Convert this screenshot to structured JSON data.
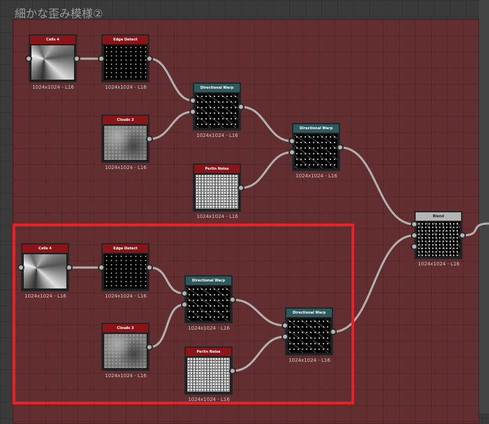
{
  "frame": {
    "title": "細かな歪み模様②",
    "color": "#632e2f"
  },
  "selection_color": "#e8202a",
  "nodes": [
    {
      "id": "cells_top",
      "title": "Cells 4",
      "res": "1024x1024 - L16",
      "hdr": "red",
      "thumb": "cells"
    },
    {
      "id": "edge_top",
      "title": "Edge Detect",
      "res": "1024x1024 - L16",
      "hdr": "red",
      "thumb": "edge"
    },
    {
      "id": "clouds_top",
      "title": "Clouds 3",
      "res": "1024x1024 - L16",
      "hdr": "red",
      "thumb": "clouds"
    },
    {
      "id": "dw1_top",
      "title": "Directional Warp",
      "res": "1024x1024 - L16",
      "hdr": "teal",
      "thumb": "warp"
    },
    {
      "id": "perlin_top",
      "title": "Perlin Noise",
      "res": "1024x1024 - L16",
      "hdr": "red",
      "thumb": "perlin"
    },
    {
      "id": "dw2_top",
      "title": "Directional Warp",
      "res": "1024x1024 - L16",
      "hdr": "teal",
      "thumb": "warp"
    },
    {
      "id": "blend",
      "title": "Blend",
      "res": "1024x1024 - L16",
      "hdr": "gray",
      "thumb": "blend"
    },
    {
      "id": "cells_bot",
      "title": "Cells 4",
      "res": "1024x1024 - L16",
      "hdr": "red",
      "thumb": "cells"
    },
    {
      "id": "edge_bot",
      "title": "Edge Detect",
      "res": "1024x1024 - L16",
      "hdr": "red",
      "thumb": "edge"
    },
    {
      "id": "clouds_bot",
      "title": "Clouds 3",
      "res": "1024x1024 - L16",
      "hdr": "red",
      "thumb": "clouds"
    },
    {
      "id": "dw1_bot",
      "title": "Directional Warp",
      "res": "1024x1024 - L16",
      "hdr": "teal",
      "thumb": "warp"
    },
    {
      "id": "perlin_bot",
      "title": "Perlin Noise",
      "res": "1024x1024 - L16",
      "hdr": "red",
      "thumb": "perlin"
    },
    {
      "id": "dw2_bot",
      "title": "Directional Warp",
      "res": "1024x1024 - L16",
      "hdr": "teal",
      "thumb": "warp"
    }
  ],
  "connections": [
    [
      "cells_top",
      0,
      "edge_top",
      0
    ],
    [
      "edge_top",
      0,
      "dw1_top",
      0
    ],
    [
      "clouds_top",
      0,
      "dw1_top",
      1
    ],
    [
      "dw1_top",
      0,
      "dw2_top",
      0
    ],
    [
      "perlin_top",
      0,
      "dw2_top",
      1
    ],
    [
      "dw2_top",
      0,
      "blend",
      0
    ],
    [
      "cells_bot",
      0,
      "edge_bot",
      0
    ],
    [
      "edge_bot",
      0,
      "dw1_bot",
      0
    ],
    [
      "clouds_bot",
      0,
      "dw1_bot",
      1
    ],
    [
      "dw1_bot",
      0,
      "dw2_bot",
      0
    ],
    [
      "perlin_bot",
      0,
      "dw2_bot",
      1
    ],
    [
      "dw2_bot",
      0,
      "blend",
      1
    ]
  ]
}
